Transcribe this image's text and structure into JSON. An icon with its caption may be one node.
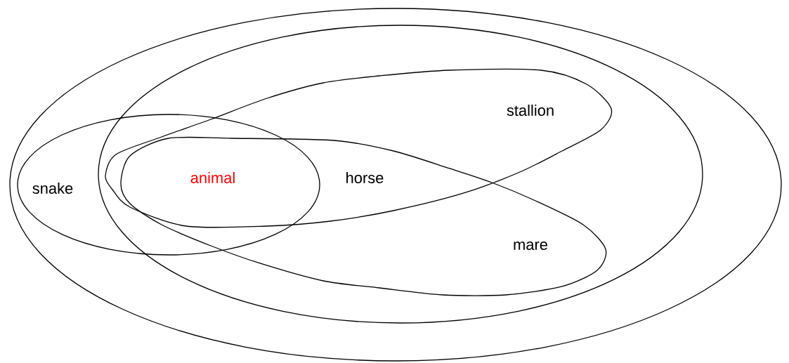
{
  "diagram": {
    "nodes": [
      {
        "text": [],
        "shape": "circle"
      },
      {
        "text": [],
        "shape": "circle",
        "in": 0
      },
      {
        "text": [
          "snake"
        ],
        "in": 0
      },
      {
        "text": [
          "stallion"
        ],
        "in": 1
      },
      {
        "text": [
          "mare"
        ],
        "in": 1
      }
    ],
    "labels": [
      "animal",
      "horse"
    ]
  }
}
